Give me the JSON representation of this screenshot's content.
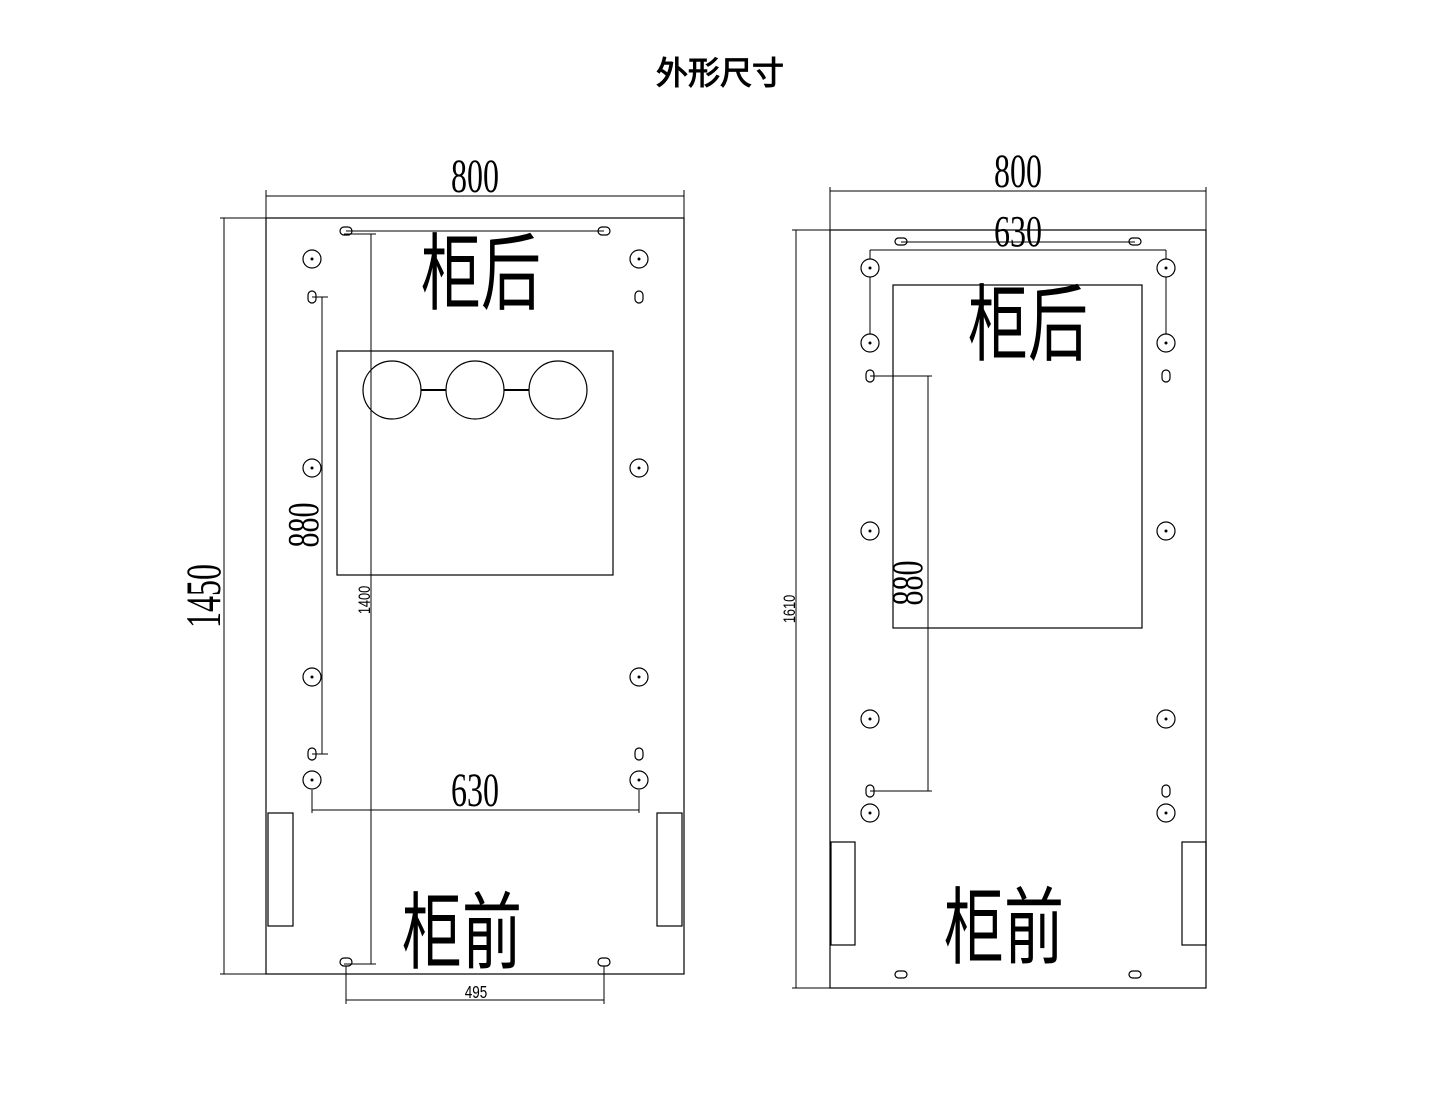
{
  "title": "外形尺寸",
  "left_view": {
    "width_dim": "800",
    "height_dim": "1450",
    "inner_height_dim": "1400",
    "bolt_span_dim": "880",
    "bolt_width_dim": "630",
    "slot_span_dim": "495",
    "rear_label": "柜后",
    "front_label": "柜前"
  },
  "right_view": {
    "width_dim": "800",
    "inner_width_dim": "630",
    "height_dim": "1610",
    "bolt_span_dim": "880",
    "rear_label": "柜后",
    "front_label": "柜前"
  }
}
